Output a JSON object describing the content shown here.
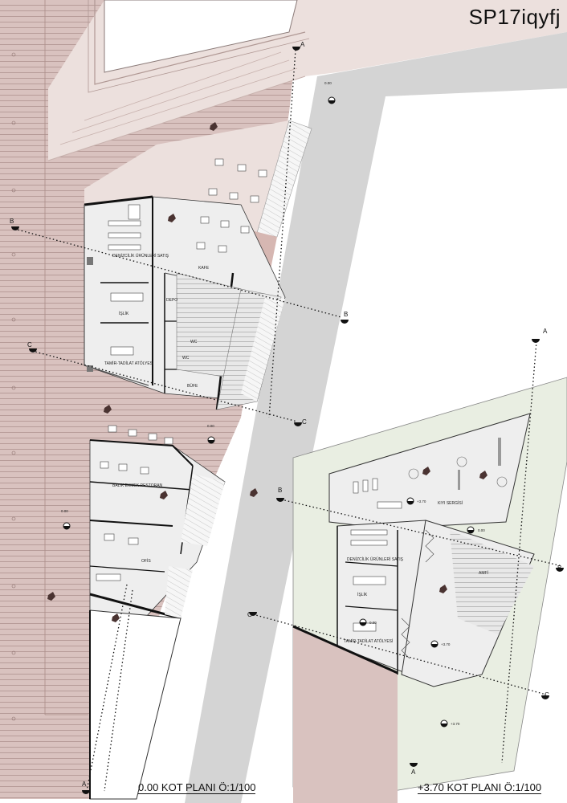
{
  "sheet_code": "SP17iqyfj",
  "plan_titles": {
    "ground": "0.00 KOT PLANI Ö:1/100",
    "upper": "+3.70 KOT PLANI Ö:1/100"
  },
  "rooms": {
    "denizcilik_1": "DENİZCİLİK ÜRÜNLERİ SATIŞ",
    "kafe": "KAFE",
    "depo": "DEPO",
    "islik_1": "İŞLİK",
    "wc_1": "WC",
    "wc_2": "WC",
    "tamir_1": "TAMİR-TADİLAT ATÖLYESİ",
    "bufe": "BÜFE",
    "balik_ekmek": "BALIK EKMEK RESTORAN",
    "ofis": "OFİS",
    "kiyi_sergisi": "KIYI SERGİSİ",
    "denizcilik_2": "DENİZCİLİK ÜRÜNLERİ SATIŞ",
    "amfi": "AMFİ",
    "islik_2": "İŞLİK",
    "tamir_2": "TAMİR-TADİLAT ATÖLYESİ"
  },
  "levels": {
    "l1": "0.00",
    "l2": "0.00",
    "l3": "0.00",
    "l4": "+3.70",
    "l5": "0.00",
    "l6": "0.00",
    "l7": "+3.70",
    "l8": "+3.70"
  },
  "section_marks": {
    "a_top": "A",
    "b_left": "B",
    "b_right": "B",
    "c_left": "C",
    "c_right": "C",
    "a_bottom": "A",
    "a2_top": "A",
    "b2_left": "B",
    "b2_right": "B",
    "c2_left": "C",
    "c2_right": "C",
    "a2_bottom": "A"
  },
  "colors": {
    "deck": "#d9c2bf",
    "deck_line": "#a98c88",
    "plaza": "#ece0dd",
    "road": "#d4d4d4",
    "interior": "#eeeeee",
    "green": "#e9eee2",
    "wall": "#111111",
    "tree": "#4a3331"
  }
}
